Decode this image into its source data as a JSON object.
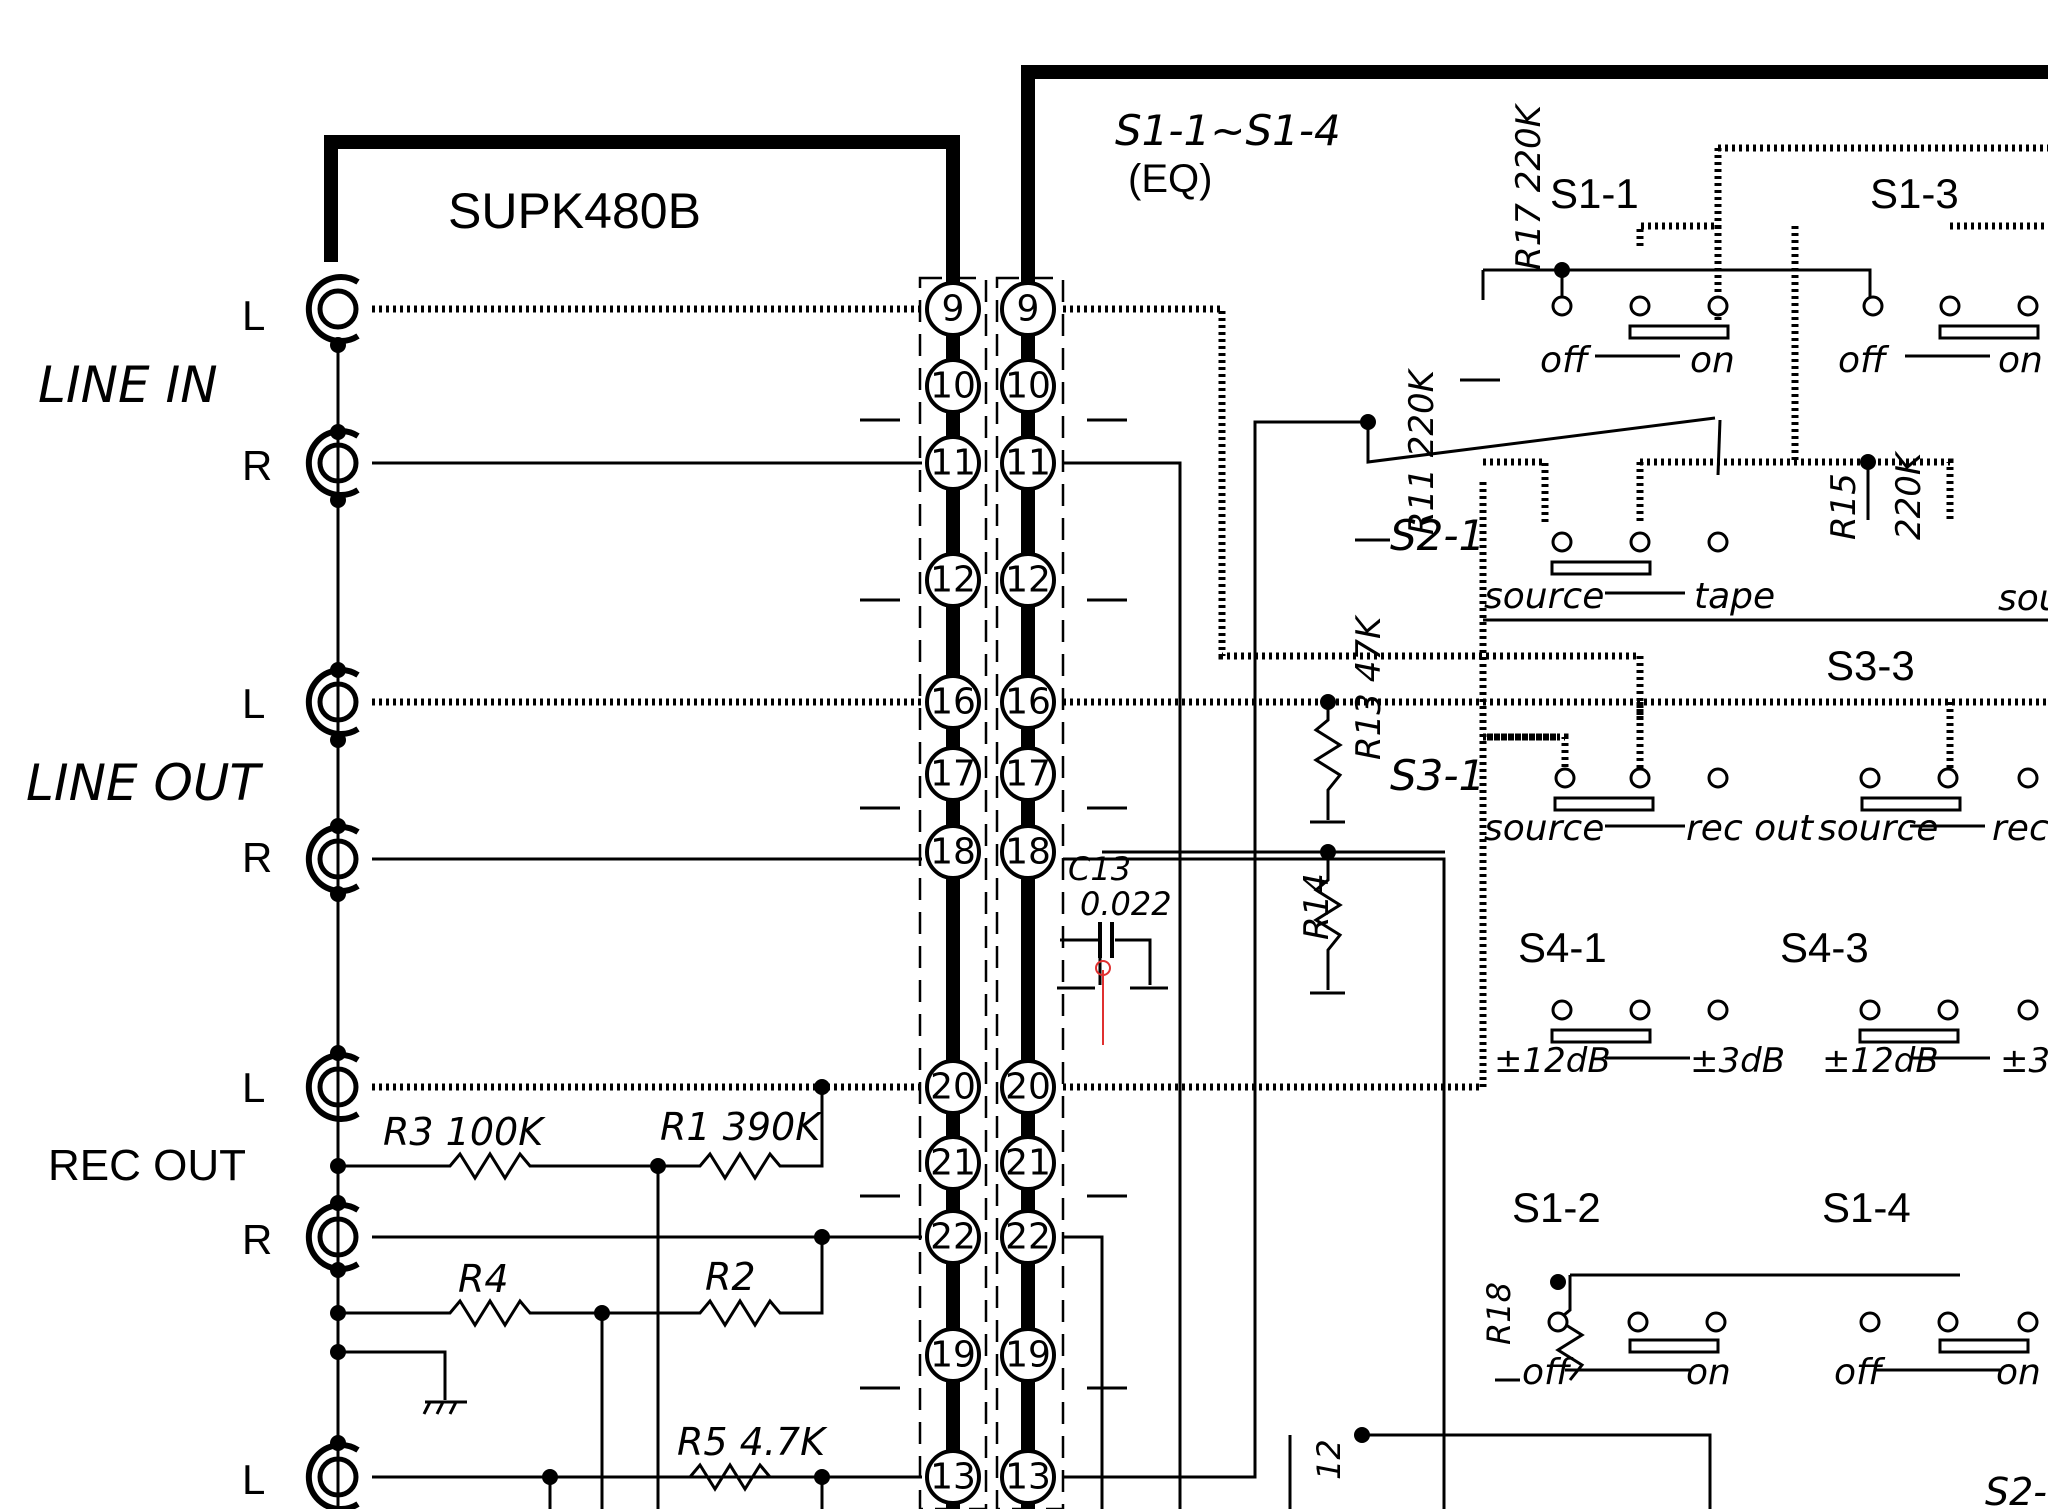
{
  "colors": {
    "ink": "#000000",
    "paper": "#ffffff",
    "annotation": "#e03030"
  },
  "labels": {
    "board": "SUPK480B",
    "eq_group": "S1-1~S1-4",
    "eq_sub": "(EQ)",
    "line_in": "LINE IN",
    "line_out": "LINE OUT",
    "rec_out": "REC OUT",
    "ch_l": "L",
    "ch_r": "R"
  },
  "pins": [
    "9",
    "10",
    "11",
    "12",
    "16",
    "17",
    "18",
    "20",
    "21",
    "22",
    "19",
    "13"
  ],
  "components": {
    "r3": "R3 100K",
    "r1": "R1 390K",
    "r4": "R4",
    "r2": "R2",
    "r5": "R5 4.7K",
    "r17": "R17 220K",
    "r11": "R11 220K",
    "r15": "R15",
    "r15_val": "220K",
    "r13": "R13 47K",
    "r14": "R14",
    "r18": "R18",
    "r12": "12",
    "c13": "C13",
    "c13_val": "0.022"
  },
  "switches": {
    "s1_1": "S1-1",
    "s1_3": "S1-3",
    "s2_1": "S2-1",
    "s3_1": "S3-1",
    "s3_3": "S3-3",
    "s4_1": "S4-1",
    "s4_3": "S4-3",
    "s1_2": "S1-2",
    "s1_4": "S1-4",
    "s2_partial": "S2-"
  },
  "positions": {
    "off": "off",
    "on": "on",
    "source": "source",
    "tape": "tape",
    "rec_out": "rec out",
    "rec_partial": "rec",
    "source_partial": "sou",
    "plus_minus_12": "±12dB",
    "plus_minus_3": "±3dB",
    "plus_minus_3_partial": "±3"
  }
}
